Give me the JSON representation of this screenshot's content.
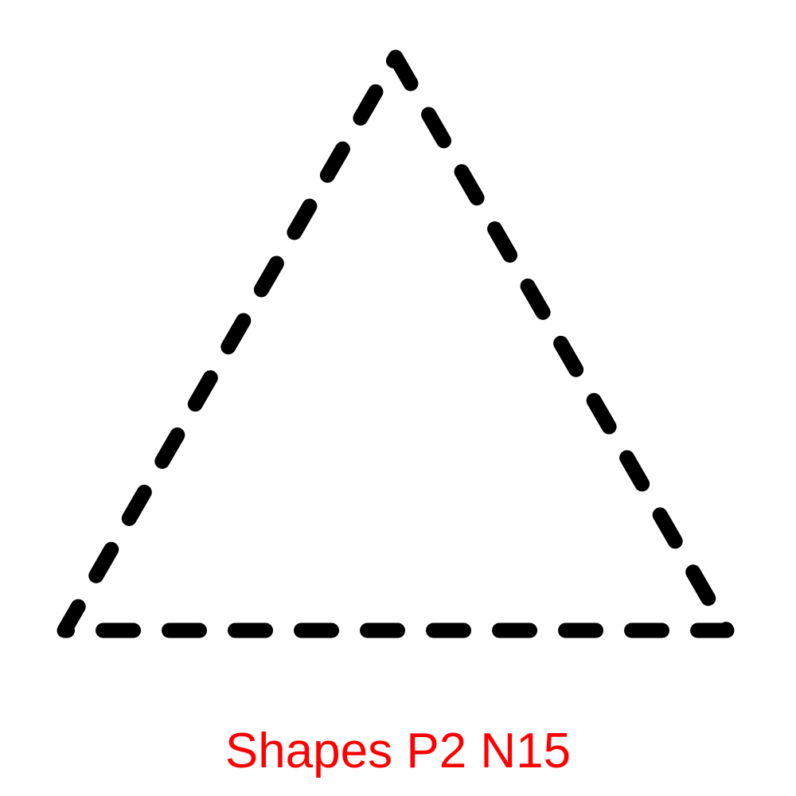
{
  "shape": {
    "type": "triangle",
    "outline": "dashed",
    "stroke_color": "#000000"
  },
  "caption": {
    "text": "Shapes P2 N15",
    "color": "#ff0000"
  }
}
